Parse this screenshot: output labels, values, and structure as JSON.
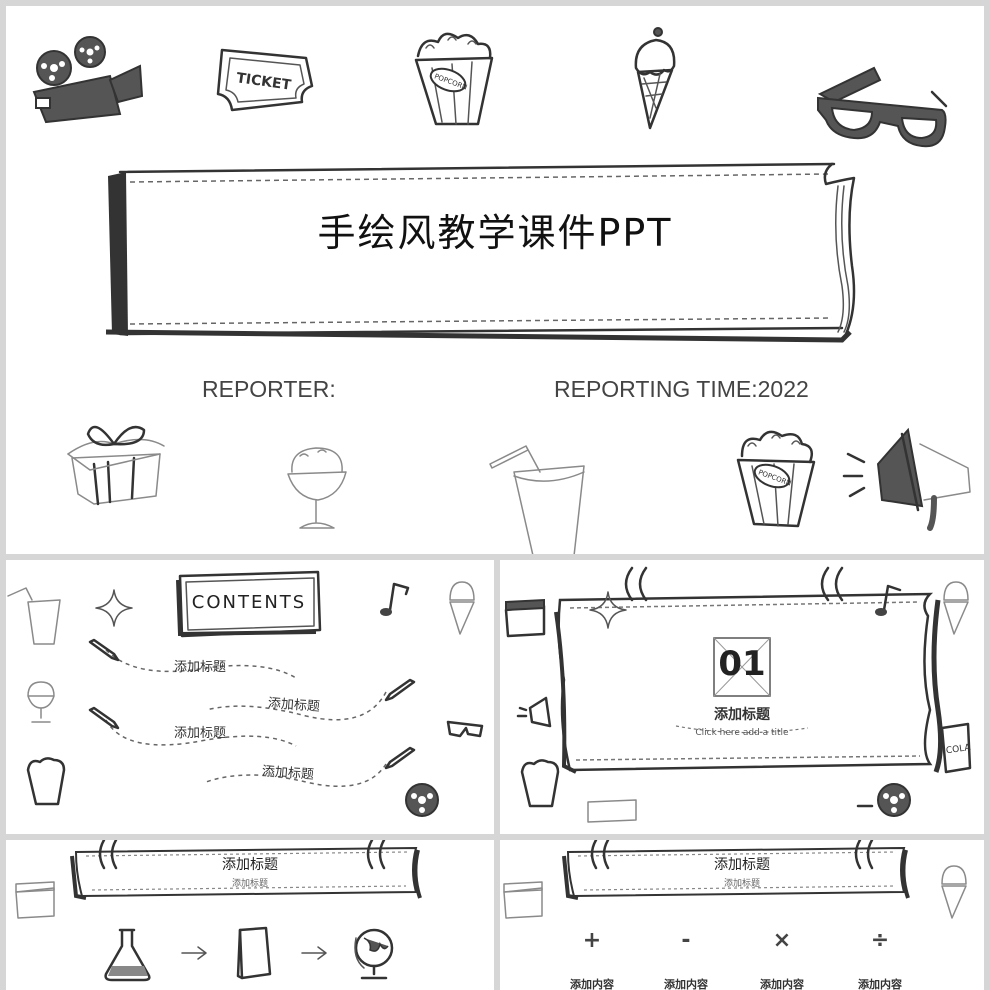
{
  "main_slide": {
    "title": "手绘风教学课件PPT",
    "reporter_label": "REPORTER:",
    "reporting_time_label": "REPORTING TIME:2022",
    "ticket_text": "TICKET",
    "popcorn_text": "POPCORN"
  },
  "contents_slide": {
    "heading": "CONTENTS",
    "items": [
      {
        "label": "添加标题"
      },
      {
        "label": "添加标题"
      },
      {
        "label": "添加标题"
      },
      {
        "label": "添加标题"
      }
    ]
  },
  "section_slide": {
    "number": "01",
    "title": "添加标题",
    "subtitle": "Click here add a title",
    "cola_text": "COLA"
  },
  "process_slide": {
    "title": "添加标题",
    "subtitle": "添加标题"
  },
  "math_slide": {
    "title": "添加标题",
    "subtitle": "添加标题",
    "items": [
      {
        "symbol": "+",
        "label": "添加内容"
      },
      {
        "symbol": "-",
        "label": "添加内容"
      },
      {
        "symbol": "×",
        "label": "添加内容"
      },
      {
        "symbol": "÷",
        "label": "添加内容"
      }
    ]
  },
  "colors": {
    "background": "#d6d6d6",
    "slide": "#ffffff",
    "ink": "#333333",
    "dash": "#888888"
  }
}
